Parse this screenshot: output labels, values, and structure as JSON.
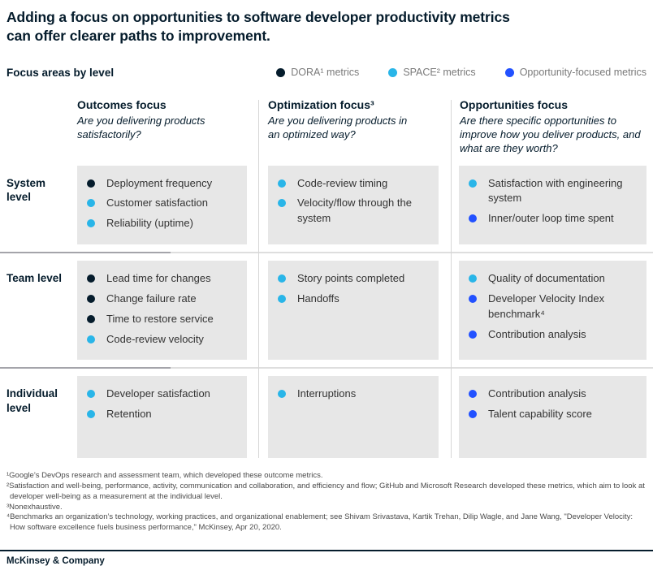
{
  "title": {
    "lines": [
      "Adding a focus on opportunities to software developer productivity metrics",
      "can offer clearer paths to improvement."
    ]
  },
  "legend": {
    "heading": "Focus areas by level",
    "items": [
      {
        "label": "DORA¹ metrics",
        "color": "#051C2C"
      },
      {
        "label": "SPACE² metrics",
        "color": "#29B5E8"
      },
      {
        "label": "Opportunity-focused metrics",
        "color": "#2251FF"
      }
    ]
  },
  "palette": {
    "dora": "#051C2C",
    "space": "#29B5E8",
    "opp": "#2251FF",
    "cell_bg": "#E7E7E7"
  },
  "table": {
    "columns": [
      {
        "title": "Outcomes focus",
        "subtitle": "Are you delivering products satisfactorily?"
      },
      {
        "title": "Optimization focus³",
        "subtitle": "Are you delivering products in an optimized way?"
      },
      {
        "title": "Opportunities focus",
        "subtitle": "Are there specific opportunities to improve how you deliver products, and what are they worth?"
      }
    ],
    "rows": [
      {
        "level": "System level",
        "cells": [
          {
            "items": [
              {
                "label": "Deployment frequency",
                "category": "DORA",
                "color": "#051C2C"
              },
              {
                "label": "Customer satisfaction",
                "category": "SPACE",
                "color": "#29B5E8"
              },
              {
                "label": "Reliability (uptime)",
                "category": "SPACE",
                "color": "#29B5E8"
              }
            ]
          },
          {
            "items": [
              {
                "label": "Code-review timing",
                "category": "SPACE",
                "color": "#29B5E8"
              },
              {
                "label": "Velocity/flow through the system",
                "category": "SPACE",
                "color": "#29B5E8"
              }
            ]
          },
          {
            "items": [
              {
                "label": "Satisfaction with engineering system",
                "category": "SPACE",
                "color": "#29B5E8"
              },
              {
                "label": "Inner/outer loop time spent",
                "category": "Opportunity-focused",
                "color": "#2251FF"
              }
            ]
          }
        ]
      },
      {
        "level": "Team level",
        "cells": [
          {
            "items": [
              {
                "label": "Lead time for changes",
                "category": "DORA",
                "color": "#051C2C"
              },
              {
                "label": "Change failure rate",
                "category": "DORA",
                "color": "#051C2C"
              },
              {
                "label": "Time to restore service",
                "category": "DORA",
                "color": "#051C2C"
              },
              {
                "label": "Code-review velocity",
                "category": "SPACE",
                "color": "#29B5E8"
              }
            ]
          },
          {
            "items": [
              {
                "label": "Story points completed",
                "category": "SPACE",
                "color": "#29B5E8"
              },
              {
                "label": "Handoffs",
                "category": "SPACE",
                "color": "#29B5E8"
              }
            ]
          },
          {
            "items": [
              {
                "label": "Quality of documentation",
                "category": "SPACE",
                "color": "#29B5E8"
              },
              {
                "label": "Developer Velocity Index benchmark⁴",
                "category": "Opportunity-focused",
                "color": "#2251FF"
              },
              {
                "label": "Contribution analysis",
                "category": "Opportunity-focused",
                "color": "#2251FF"
              }
            ]
          }
        ]
      },
      {
        "level": "Individual level",
        "cells": [
          {
            "items": [
              {
                "label": "Developer satisfaction",
                "category": "SPACE",
                "color": "#29B5E8"
              },
              {
                "label": "Retention",
                "category": "SPACE",
                "color": "#29B5E8"
              }
            ]
          },
          {
            "items": [
              {
                "label": "Interruptions",
                "category": "SPACE",
                "color": "#29B5E8"
              }
            ]
          },
          {
            "items": [
              {
                "label": "Contribution analysis",
                "category": "Opportunity-focused",
                "color": "#2251FF"
              },
              {
                "label": "Talent capability score",
                "category": "Opportunity-focused",
                "color": "#2251FF"
              }
            ]
          }
        ]
      }
    ]
  },
  "footnotes": [
    "¹Google’s DevOps research and assessment team, which developed these outcome metrics.",
    "²Satisfaction and well-being, performance, activity, communication and collaboration, and efficiency and flow; GitHub and Microsoft Research developed these metrics, which aim to look at developer well-being as a measurement at the individual level.",
    "³Nonexhaustive.",
    "⁴Benchmarks an organization’s technology, working practices, and organizational enablement; see Shivam Srivastava, Kartik Trehan, Dilip Wagle, and Jane Wang, \"Developer Velocity: How software excellence fuels business performance,\" McKinsey, Apr 20, 2020."
  ],
  "footer": {
    "brand": "McKinsey & Company"
  },
  "chart_data": {
    "type": "table",
    "title": "Adding a focus on opportunities to software developer productivity metrics can offer clearer paths to improvement.",
    "legend": [
      "DORA¹ metrics",
      "SPACE² metrics",
      "Opportunity-focused metrics"
    ],
    "legend_colors": [
      "#051C2C",
      "#29B5E8",
      "#2251FF"
    ],
    "legend_position": "top-right",
    "columns": [
      "Outcomes focus (Are you delivering products satisfactorily?)",
      "Optimization focus³ (Are you delivering products in an optimized way?)",
      "Opportunities focus (Are there specific opportunities to improve how you deliver products, and what are they worth?)"
    ],
    "row_levels": [
      "System level",
      "Team level",
      "Individual level"
    ],
    "cells": [
      [
        [
          "Deployment frequency (DORA)",
          "Customer satisfaction (SPACE)",
          "Reliability (uptime) (SPACE)"
        ],
        [
          "Code-review timing (SPACE)",
          "Velocity/flow through the system (SPACE)"
        ],
        [
          "Satisfaction with engineering system (SPACE)",
          "Inner/outer loop time spent (Opportunity-focused)"
        ]
      ],
      [
        [
          "Lead time for changes (DORA)",
          "Change failure rate (DORA)",
          "Time to restore service (DORA)",
          "Code-review velocity (SPACE)"
        ],
        [
          "Story points completed (SPACE)",
          "Handoffs (SPACE)"
        ],
        [
          "Quality of documentation (SPACE)",
          "Developer Velocity Index benchmark⁴ (Opportunity-focused)",
          "Contribution analysis (Opportunity-focused)"
        ]
      ],
      [
        [
          "Developer satisfaction (SPACE)",
          "Retention (SPACE)"
        ],
        [
          "Interruptions (SPACE)"
        ],
        [
          "Contribution analysis (Opportunity-focused)",
          "Talent capability score (Opportunity-focused)"
        ]
      ]
    ]
  }
}
